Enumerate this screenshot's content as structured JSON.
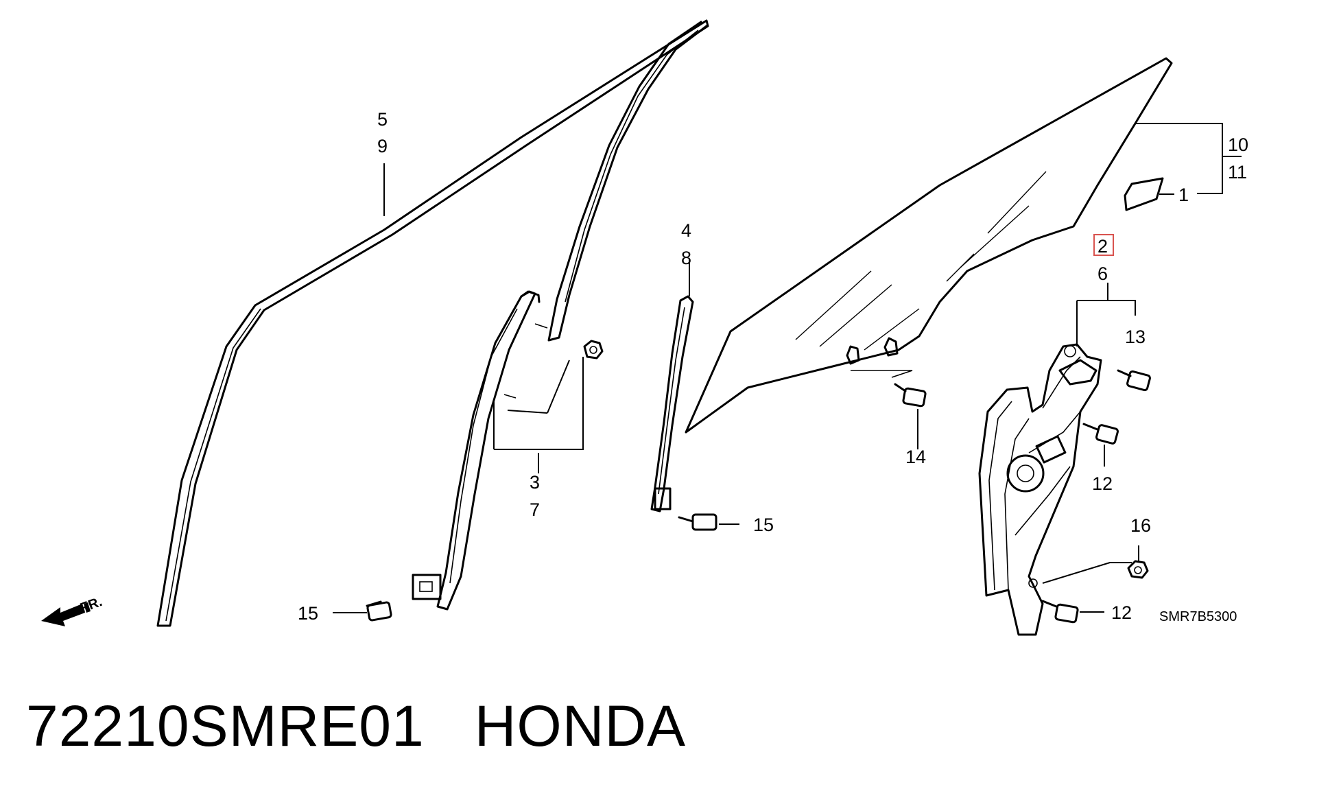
{
  "labels": {
    "l1": "1",
    "l2": "2",
    "l3": "3",
    "l4": "4",
    "l5": "5",
    "l6": "6",
    "l7": "7",
    "l8": "8",
    "l9": "9",
    "l10": "10",
    "l11": "11",
    "l12a": "12",
    "l12b": "12",
    "l13": "13",
    "l14": "14",
    "l15a": "15",
    "l15b": "15",
    "l16": "16"
  },
  "direction_label": "FR.",
  "diagram_code": "SMR7B5300",
  "footer": {
    "part_number": "72210SMRE01",
    "brand": "HONDA"
  },
  "colors": {
    "highlight": "#d9534f",
    "ink": "#000000"
  }
}
